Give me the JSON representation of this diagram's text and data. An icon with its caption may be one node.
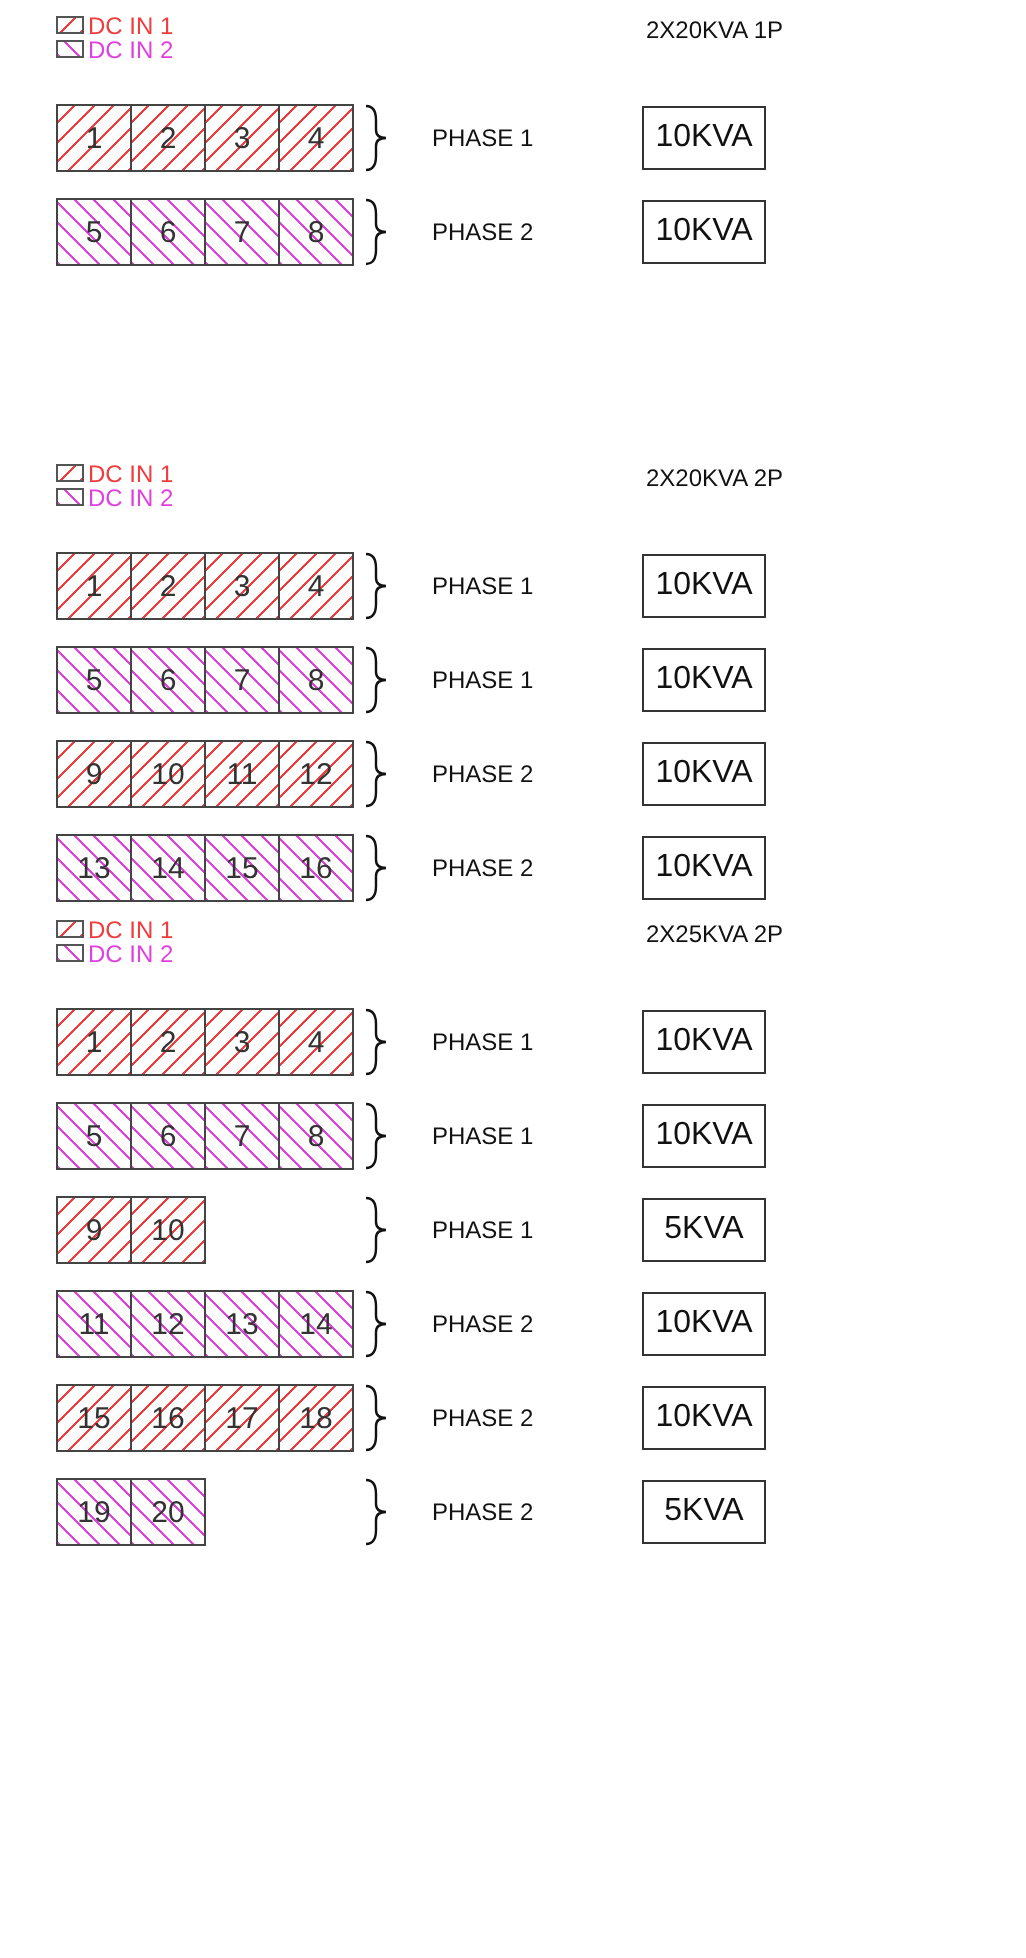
{
  "diagram": {
    "nodes": [
      {
        "text": [
          "1"
        ]
      },
      {
        "text": [
          "2"
        ]
      },
      {
        "text": [
          "3"
        ]
      },
      {
        "text": [
          "4"
        ]
      },
      {
        "text": [
          "10KVA"
        ]
      },
      {
        "text": [
          "5"
        ]
      },
      {
        "text": [
          "6"
        ]
      },
      {
        "text": [
          "7"
        ]
      },
      {
        "text": [
          "8"
        ]
      },
      {
        "text": [
          "10KVA"
        ]
      },
      {
        "text": [
          "1"
        ]
      },
      {
        "text": [
          "2"
        ]
      },
      {
        "text": [
          "3"
        ]
      },
      {
        "text": [
          "4"
        ]
      },
      {
        "text": [
          "10KVA"
        ]
      },
      {
        "text": [
          "5"
        ]
      },
      {
        "text": [
          "6"
        ]
      },
      {
        "text": [
          "7"
        ]
      },
      {
        "text": [
          "8"
        ]
      },
      {
        "text": [
          "10KVA"
        ]
      },
      {
        "text": [
          "9"
        ]
      },
      {
        "text": [
          "10"
        ]
      },
      {
        "text": [
          "11"
        ]
      },
      {
        "text": [
          "12"
        ]
      },
      {
        "text": [
          "10KVA"
        ]
      },
      {
        "text": [
          "13"
        ]
      },
      {
        "text": [
          "14"
        ]
      },
      {
        "text": [
          "15"
        ]
      },
      {
        "text": [
          "16"
        ]
      },
      {
        "text": [
          "10KVA"
        ]
      },
      {
        "text": [
          "1"
        ]
      },
      {
        "text": [
          "2"
        ]
      },
      {
        "text": [
          "3"
        ]
      },
      {
        "text": [
          "4"
        ]
      },
      {
        "text": [
          "10KVA"
        ]
      },
      {
        "text": [
          "5"
        ]
      },
      {
        "text": [
          "6"
        ]
      },
      {
        "text": [
          "7"
        ]
      },
      {
        "text": [
          "8"
        ]
      },
      {
        "text": [
          "10KVA"
        ]
      },
      {
        "text": [
          "9"
        ]
      },
      {
        "text": [
          "10"
        ]
      },
      {
        "text": [
          "5KVA"
        ]
      },
      {
        "text": [
          "11"
        ]
      },
      {
        "text": [
          "12"
        ]
      },
      {
        "text": [
          "13"
        ]
      },
      {
        "text": [
          "14"
        ]
      },
      {
        "text": [
          "10KVA"
        ]
      },
      {
        "text": [
          "15"
        ]
      },
      {
        "text": [
          "16"
        ]
      },
      {
        "text": [
          "17"
        ]
      },
      {
        "text": [
          "18"
        ]
      },
      {
        "text": [
          "10KVA"
        ]
      },
      {
        "text": [
          "19"
        ]
      },
      {
        "text": [
          "20"
        ]
      },
      {
        "text": [
          "5KVA"
        ]
      }
    ],
    "edges": [],
    "labels": [
      "2X20KVA 1P",
      "PHASE 1",
      "PHASE 2",
      "2X20KVA 2P",
      "PHASE 1",
      "PHASE 1",
      "PHASE 2",
      "PHASE 2",
      "2X25KVA 2P",
      "PHASE 1",
      "PHASE 1",
      "PHASE 1",
      "PHASE 2",
      "PHASE 2",
      "PHASE 2"
    ],
    "legend": [
      {
        "text": "DC IN 1",
        "color": "#f03c3c"
      },
      {
        "text": "DC IN 2",
        "color": "#e040e0"
      },
      {
        "text": "DC IN 1",
        "color": "#f03c3c"
      },
      {
        "text": "DC IN 2",
        "color": "#e040e0"
      },
      {
        "text": "DC IN 1",
        "color": "#f03c3c"
      },
      {
        "text": "DC IN 2",
        "color": "#e040e0"
      }
    ]
  }
}
